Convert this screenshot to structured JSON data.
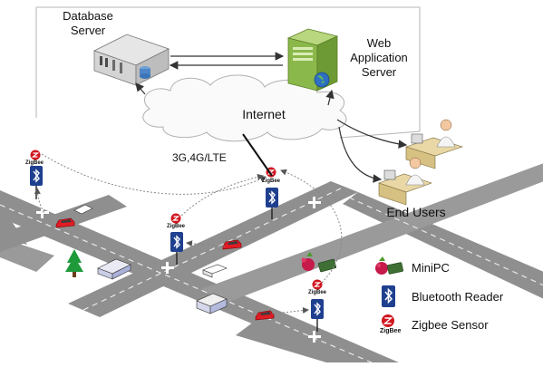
{
  "nodes": {
    "database_server": "Database\nServer",
    "web_server": "Web\nApplication\nServer",
    "internet": "Internet",
    "network": "3G,4G/LTE",
    "end_users": "End Users",
    "zigbee_badge": "ZigBee"
  },
  "legend": [
    {
      "icon": "minipc-icon",
      "label": "MiniPC"
    },
    {
      "icon": "bluetooth-icon",
      "label": "Bluetooth Reader"
    },
    {
      "icon": "zigbee-icon",
      "label": "Zigbee Sensor"
    }
  ],
  "colors": {
    "road": "#8a8a8a",
    "bluetooth": "#1f3f8f",
    "zigbee": "#d0161f",
    "server_green": "#7fb241",
    "raspberry": "#c51a4a"
  }
}
